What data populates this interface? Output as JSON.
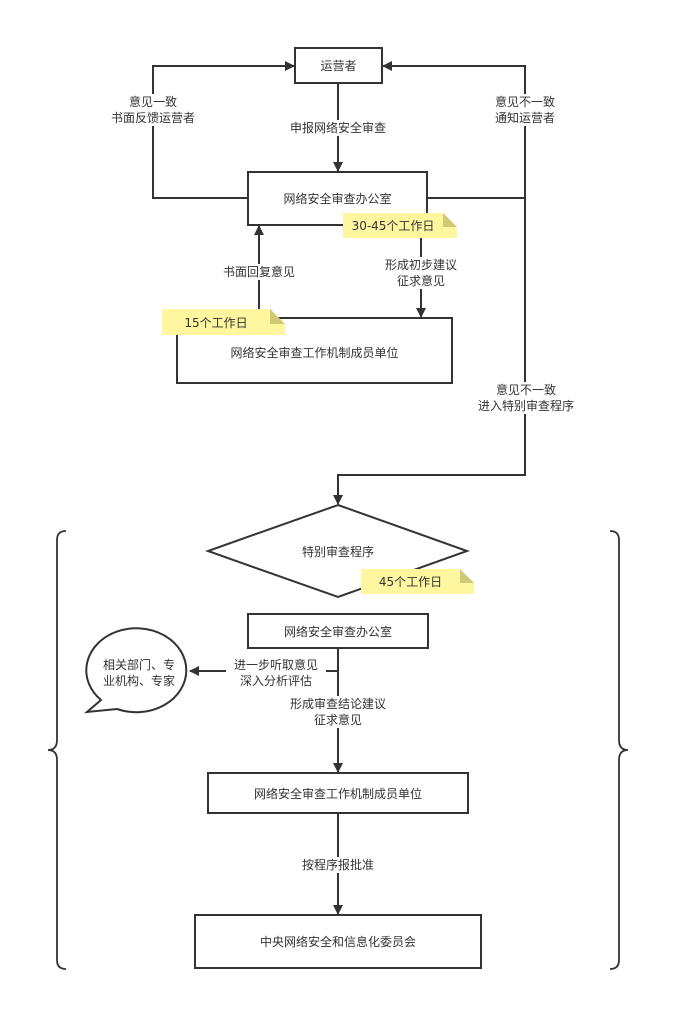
{
  "diagram": {
    "nodes": {
      "operator": "运营者",
      "office_top": "网络安全审查办公室",
      "members_top": "网络安全审查工作机制成员单位",
      "special_procedure": "特别审查程序",
      "office_bottom": "网络安全审查办公室",
      "members_bottom": "网络安全审查工作机制成员单位",
      "central_committee": "中央网络安全和信息化委员会",
      "experts_bubble": [
        "相关部门、专",
        "业机构、专家"
      ]
    },
    "edge_labels": {
      "submit_review": "申报网络安全审查",
      "agree_feedback": [
        "意见一致",
        "书面反馈运营者"
      ],
      "disagree_notify": [
        "意见不一致",
        "通知运营者"
      ],
      "written_reply": "书面回复意见",
      "preliminary_advice": [
        "形成初步建议",
        "征求意见"
      ],
      "disagree_special": [
        "意见不一致",
        "进入特别审查程序"
      ],
      "further_opinion": [
        "进一步听取意见",
        "深入分析评估"
      ],
      "conclusion_advice": [
        "形成审查结论建议",
        "征求意见"
      ],
      "report_approval": "按程序报批准"
    },
    "notes": {
      "office_duration": "30-45个工作日",
      "members_duration": "15个工作日",
      "special_duration": "45个工作日"
    },
    "colors": {
      "stroke": "#333333",
      "note_fill": "#fff7a0",
      "note_fold": "#cfca75",
      "background": "#ffffff"
    }
  }
}
